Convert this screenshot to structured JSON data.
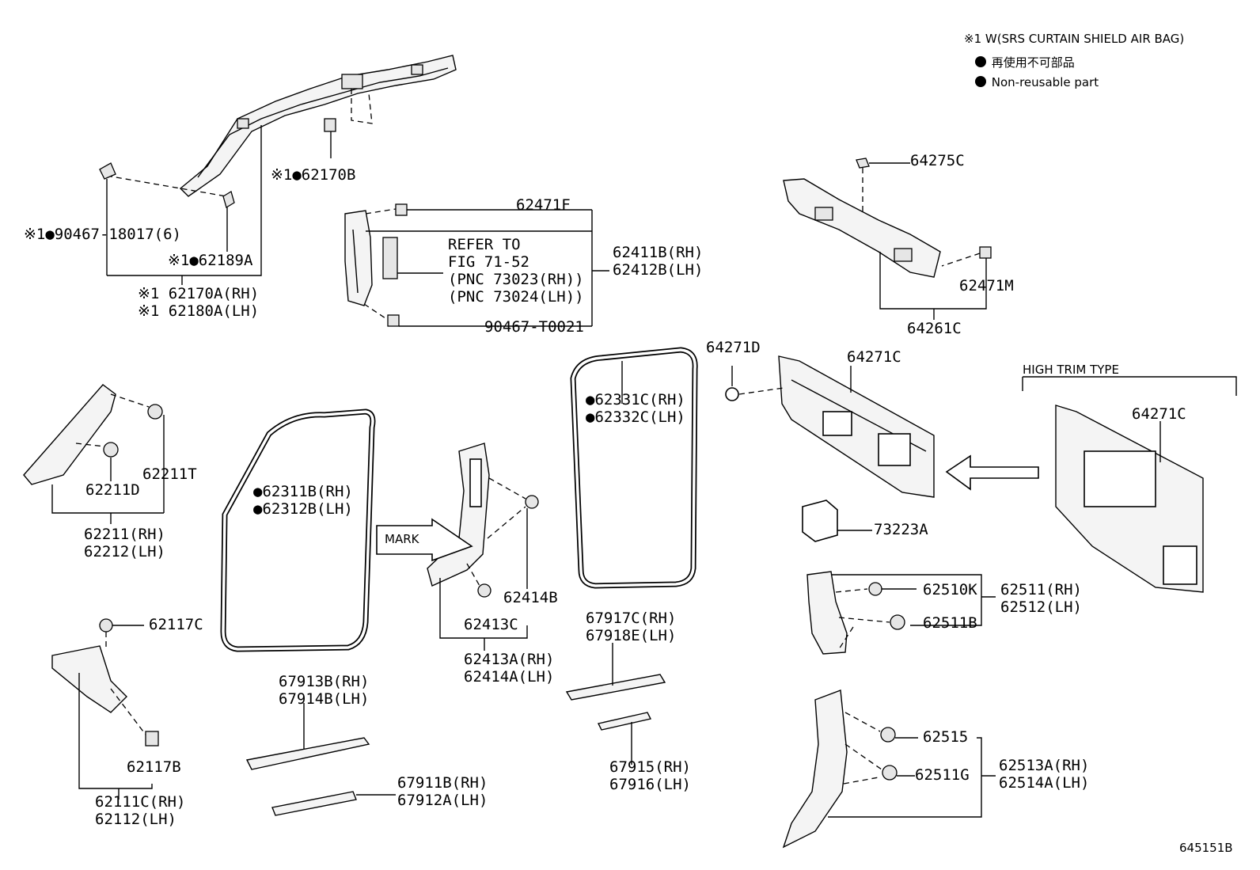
{
  "legend": {
    "note_line": "※1 W(SRS CURTAIN SHIELD AIR BAG)",
    "jp_line": "再使用不可部品",
    "en_line": "Non-reusable part"
  },
  "diagram_id": "645151B",
  "labels": {
    "p62170B": "※1●62170B",
    "p90467_18017": "※1●90467-18017(6)",
    "p62189A": "※1●62189A",
    "p62170A": "※1 62170A(RH)",
    "p62180A": "※1 62180A(LH)",
    "p62471F": "62471F",
    "refer1": "REFER TO",
    "refer2": "FIG 71-52",
    "refer3": "(PNC 73023(RH))",
    "refer4": "(PNC 73024(LH))",
    "p62411B": "62411B(RH)",
    "p62412B": "62412B(LH)",
    "p90467_T0021": "90467-T0021",
    "p64275C": "64275C",
    "p62471M": "62471M",
    "p64261C": "64261C",
    "p64271D": "64271D",
    "p64271C_a": "64271C",
    "high_trim": "HIGH TRIM TYPE",
    "p64271C_b": "64271C",
    "p62331C": "●62331C(RH)",
    "p62332C": "●62332C(LH)",
    "p73223A": "73223A",
    "p62211T": "62211T",
    "p62211D": "62211D",
    "p62211": "62211(RH)",
    "p62212": "62212(LH)",
    "p62311B": "●62311B(RH)",
    "p62312B": "●62312B(LH)",
    "mark": "MARK",
    "p62414B": "62414B",
    "p62413C": "62413C",
    "p62413A": "62413A(RH)",
    "p62414A": "62414A(LH)",
    "p62510K": "62510K",
    "p62511B": "62511B",
    "p62511": "62511(RH)",
    "p62512": "62512(LH)",
    "p62117C": "62117C",
    "p62117B": "62117B",
    "p62111C": "62111C(RH)",
    "p62112": "62112(LH)",
    "p67917C": "67917C(RH)",
    "p67918E": "67918E(LH)",
    "p67913B": "67913B(RH)",
    "p67914B": "67914B(LH)",
    "p67911B": "67911B(RH)",
    "p67912A": "67912A(LH)",
    "p67915": "67915(RH)",
    "p67916": "67916(LH)",
    "p62515": "62515",
    "p62511G": "62511G",
    "p62513A": "62513A(RH)",
    "p62514A": "62514A(LH)"
  }
}
